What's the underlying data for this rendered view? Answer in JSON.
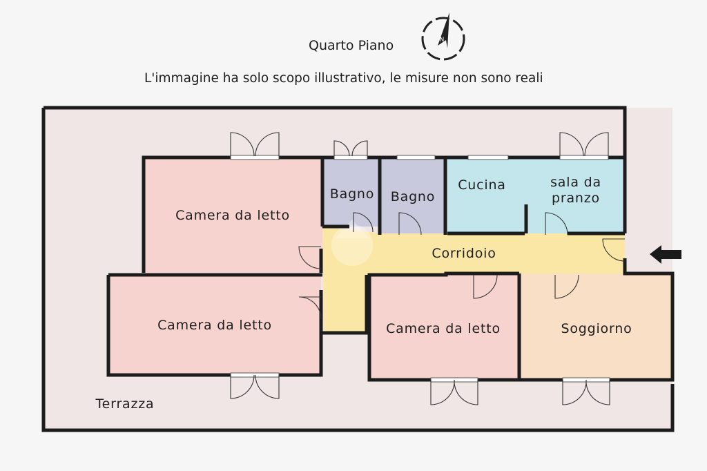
{
  "header": {
    "floor_title": "Quarto Piano",
    "disclaimer": "L'immagine ha solo scopo illustrativo,  le misure non sono reali"
  },
  "compass": {
    "icon": "compass-icon",
    "letter": "N"
  },
  "rooms": {
    "bedroom_top_left": "Camera da letto",
    "bathroom_1": "Bagno",
    "bathroom_2": "Bagno",
    "kitchen": "Cucina",
    "dining_line1": "sala da",
    "dining_line2": "pranzo",
    "corridor": "Corridoio",
    "bedroom_bottom_left": "Camera da letto",
    "bedroom_middle": "Camera da letto",
    "living_room": "Soggiorno",
    "terrace": "Terrazza"
  },
  "entrance": {
    "icon": "entrance-arrow-icon"
  },
  "colors": {
    "terrace": "#f1e6e6",
    "bedroom": "#f7d3d0",
    "bathroom": "#c8c9dd",
    "kitchen": "#c3e5ec",
    "corridor": "#fbe7a5",
    "living": "#f9dfc5",
    "wall": "#1c1c1c"
  }
}
